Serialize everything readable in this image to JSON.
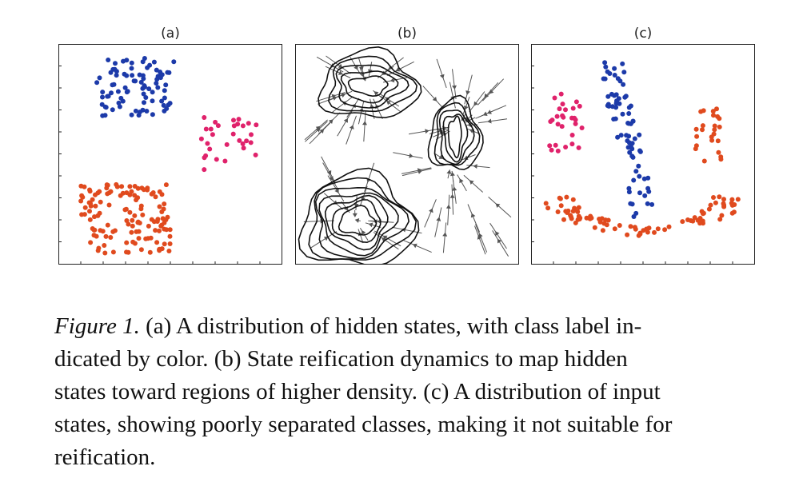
{
  "panels": [
    {
      "label": "(a)"
    },
    {
      "label": "(b)"
    },
    {
      "label": "(c)"
    }
  ],
  "colors": {
    "blue": "#1c3aa9",
    "pink": "#e0226b",
    "orange": "#e04a1e",
    "arrow": "#555555",
    "contour": "#111111"
  },
  "caption": {
    "figure_label": "Figure 1.",
    "lines": [
      " (a) A distribution of hidden states, with class label in-",
      "dicated by color.  (b) State reification dynamics to map hidden",
      "states toward regions of higher density. (c) A distribution of input",
      "states, showing poorly separated classes, making it not suitable for",
      "reification."
    ]
  }
}
